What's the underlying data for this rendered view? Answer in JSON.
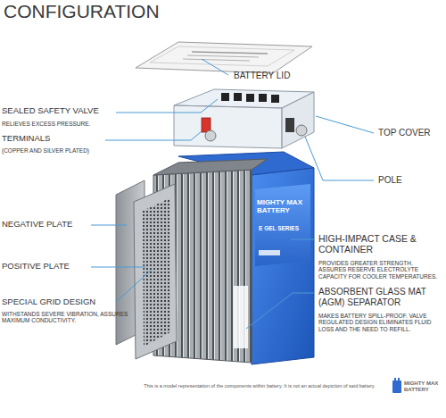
{
  "diagram": {
    "title": "CONFIGURATION",
    "caption": "This is a model representation of the components within battery. It is not an actual depiction of said battery.",
    "labels": [
      "BATTERY LID",
      "SEALED SAFETY VALVE",
      "RELIEVES EXCESS PRESSURE.",
      "TERMINALS",
      "(COPPER AND SILVER PLATED)",
      "TOP COVER",
      "POLE",
      "NEGATIVE PLATE",
      "POSITIVE PLATE",
      "HIGH-IMPACT CASE & CONTAINER",
      "PROVIDES GREATER STRENGTH. ASSURES RESERVE ELECTROLYTE CAPACITY FOR COOLER TEMPERATURES.",
      "SPECIAL GRID DESIGN",
      "WITHSTANDS SEVERE VIBRATION, ASSURES MAXIMUM CONDUCTIVITY.",
      "ABSORBENT GLASS MAT (AGM) SEPARATOR",
      "MAKES BATTERY SPILL-PROOF. VALVE REGULATED DESIGN ELIMINATES FLUID LOSS AND THE NEED TO REFILL.",
      "MIGHTY MAX BATTERY",
      "E GEL SERIES",
      "MIGHTY MAX BATTERY"
    ]
  }
}
